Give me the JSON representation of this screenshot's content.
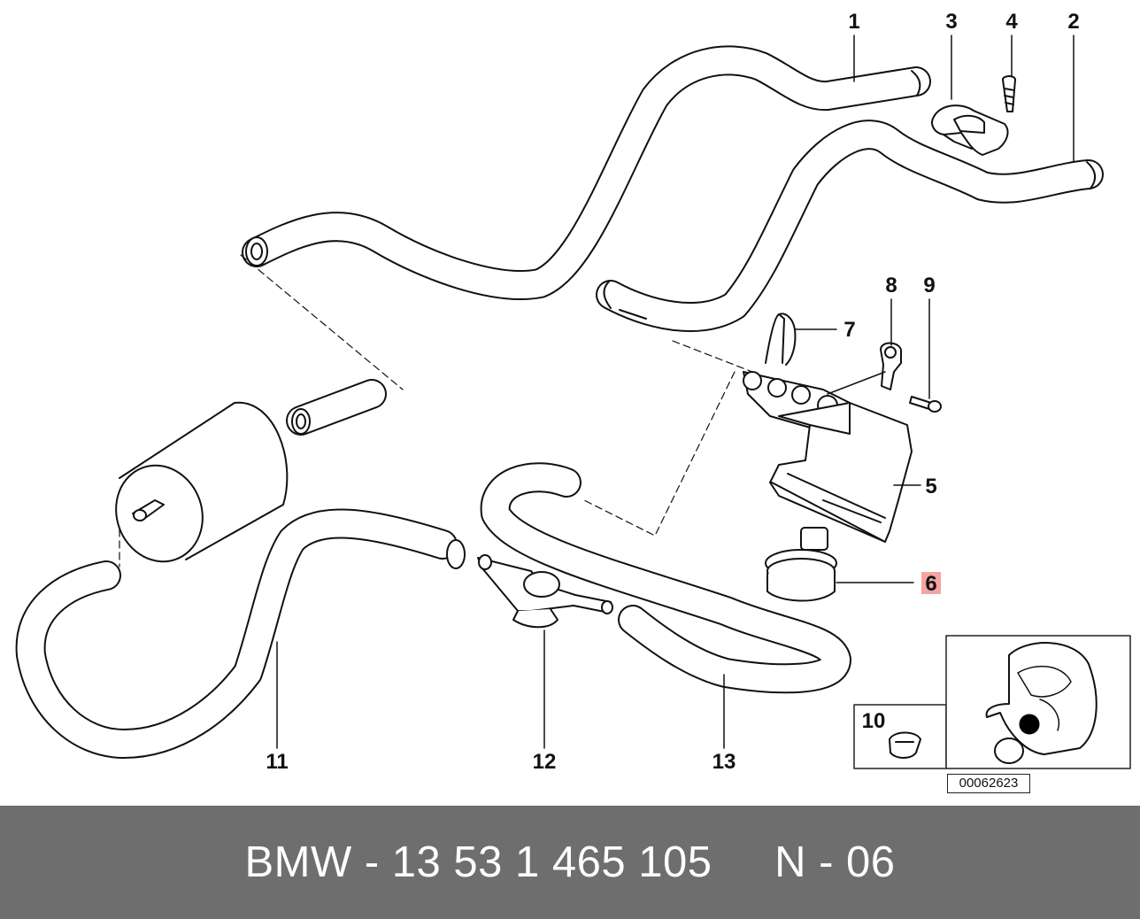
{
  "diagram": {
    "callouts": [
      {
        "id": "1",
        "label": "1"
      },
      {
        "id": "2",
        "label": "2"
      },
      {
        "id": "3",
        "label": "3"
      },
      {
        "id": "4",
        "label": "4"
      },
      {
        "id": "5",
        "label": "5"
      },
      {
        "id": "6",
        "label": "6",
        "highlighted": true
      },
      {
        "id": "7",
        "label": "7"
      },
      {
        "id": "8",
        "label": "8"
      },
      {
        "id": "9",
        "label": "9"
      },
      {
        "id": "10",
        "label": "10"
      },
      {
        "id": "11",
        "label": "11"
      },
      {
        "id": "12",
        "label": "12"
      },
      {
        "id": "13",
        "label": "13"
      }
    ],
    "diagram_code": "00062623",
    "highlight_color": "#f6a3a3",
    "line_color": "#111111"
  },
  "footer": {
    "text": "BMW - 13 53 1 465 105     N - 06",
    "background": "#6e6e6e",
    "text_color": "#ffffff"
  }
}
